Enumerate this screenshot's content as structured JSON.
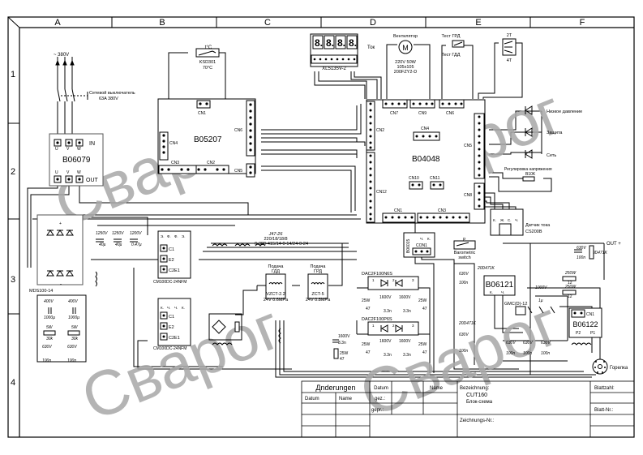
{
  "frame": {
    "columns": [
      "A",
      "B",
      "C",
      "D",
      "E",
      "F"
    ],
    "rows": [
      "1",
      "2",
      "3",
      "4"
    ]
  },
  "watermark": {
    "text_1": "Сварог",
    "text_2": "Сварог",
    "text_3": "Сварог",
    "color": "#a8a8a8"
  },
  "power_input": {
    "voltage": "~ 380V",
    "breaker_label_1": "Сетевой выключатель",
    "breaker_label_2": "63A 380V"
  },
  "thermostat": {
    "label": "t°C",
    "model": "KSD301",
    "temp": "70°C"
  },
  "display": {
    "model": "XL5135V-2",
    "label": "Ток",
    "digits": [
      "8.",
      "8.",
      "8.",
      "8."
    ]
  },
  "fan": {
    "title": "Вентилятор",
    "symbol": "M",
    "spec_1": "220V 50W",
    "spec_2": "105x105",
    "spec_3": "200FZY2-D"
  },
  "test_switch": {
    "top": "Тест ГРД",
    "bottom": "Тест ГДД"
  },
  "switch_2t4t": {
    "top": "2T",
    "bottom": "4T"
  },
  "leds": [
    {
      "label": "Низкое давление"
    },
    {
      "label": "Защита"
    },
    {
      "label": "Сеть"
    }
  ],
  "voltage_adjust": {
    "label": "Регулировка напряжения",
    "pot": "B10K"
  },
  "board_b06079": {
    "name": "B06079",
    "in": "IN",
    "out": "OUT",
    "pins": [
      "U",
      "V",
      "W"
    ]
  },
  "board_b05207": {
    "name": "B05207",
    "connectors": [
      "CN1",
      "CN2",
      "CN3",
      "CN4",
      "CN5",
      "CN6"
    ]
  },
  "board_b04048": {
    "name": "B04048",
    "connectors": [
      "CN1",
      "CN2",
      "CN3",
      "CN4",
      "CN5",
      "CN6",
      "CN7",
      "CN8",
      "CN9",
      "CN10",
      "CN11",
      "CN12"
    ]
  },
  "rectifier": {
    "model": "MDS100-14",
    "plus": "+",
    "minus": "-"
  },
  "caps_main": [
    {
      "v": "1250V",
      "c": "40µ"
    },
    {
      "v": "1250V",
      "c": "40µ"
    },
    {
      "v": "1200V",
      "c": "0.47µ"
    }
  ],
  "caps_lower": [
    {
      "v": "400V",
      "c": "1000µ"
    },
    {
      "v": "400V",
      "c": "1000µ"
    }
  ],
  "resistors_lower": [
    {
      "w": "5W",
      "r": "30k"
    },
    {
      "w": "5W",
      "r": "30k"
    }
  ],
  "caps_snub_left": [
    {
      "v": "630V",
      "c": "100n"
    },
    {
      "v": "630V",
      "c": "100n"
    }
  ],
  "igbt_modules": [
    {
      "model": "CM100DC-24NFM",
      "pins": [
        "C1",
        "E2",
        "C2E1"
      ],
      "gate": [
        "Э.",
        "Ф.",
        "Ф.",
        "Э."
      ]
    },
    {
      "model": "CM100DC-24NFM",
      "pins": [
        "C1",
        "E2",
        "C2E1"
      ],
      "gate": [
        "К.",
        "Ч.",
        "Ч.",
        "К."
      ]
    }
  ],
  "transformer": {
    "model": "J47-26",
    "spec_1": "220/18/18/8",
    "spec_2": "0-380-415/14-0-14/24-0-24"
  },
  "valves": [
    {
      "title_1": "Подача",
      "title_2": "ГДД",
      "model": "VZCT-2.2",
      "spec": "24V 0.6MPa"
    },
    {
      "title_1": "Подача",
      "title_2": "ГРД",
      "model": "ZCT-5",
      "spec": "24V 0.8MPa"
    }
  ],
  "b06015": {
    "name": "B06015",
    "con": "CON1",
    "pins": [
      "Ч.",
      "К."
    ]
  },
  "barometric": {
    "p": "P",
    "label_1": "Barometric",
    "label_2": "switch"
  },
  "current_sensor": {
    "title": "Датчик тока",
    "model": "CS200B",
    "pins": [
      "К.",
      "Ж.",
      "С.",
      "Ч."
    ]
  },
  "output": {
    "label": "OUT +",
    "cap_v": "630V",
    "cap_c": "100n",
    "varistor": "20D471K"
  },
  "diode_modules": [
    {
      "model": "DAC2F100N6S",
      "pins": [
        "1",
        "2",
        "3"
      ]
    },
    {
      "model": "DAC2F100P6S",
      "pins": [
        "1",
        "2",
        "3"
      ]
    }
  ],
  "snubber_parts": {
    "r_w": "25W",
    "r_val": "47",
    "c_v": "1600V",
    "c_val": "3.3n"
  },
  "b06121": {
    "name": "B06121",
    "pins": [
      "К.",
      "Ч."
    ],
    "cap_v": "630V",
    "cap_c": "100n",
    "varistor": "20D471K"
  },
  "relay": {
    "model": "GMC(D)-12"
  },
  "hf_parts": {
    "cap_v": "1000V",
    "cap_c": "1µ",
    "r_w": "250W",
    "r_val": "12"
  },
  "caps_hf": [
    {
      "v": "630V",
      "c": "100n"
    },
    {
      "v": "630V",
      "c": "100n"
    },
    {
      "v": "630V",
      "c": "100n"
    }
  ],
  "b06122": {
    "name": "B06122",
    "cn": "CN1",
    "p2": "P2",
    "p1": "P1"
  },
  "torch": {
    "label": "Горелка"
  },
  "title_block": {
    "changes": "Дnderungen",
    "datum": "Datum",
    "name": "Name",
    "gez": "gez.:",
    "gepr": "gepr.:",
    "bezeichnung": "Bezeichnung:",
    "product": "CUT160",
    "doc_type": "Блок-схема",
    "zeichnungs_nr": "Zeichnungs-Nr.:",
    "blattzahl": "Blattzahl:",
    "blatt_nr": "Blatt-Nr.:"
  }
}
